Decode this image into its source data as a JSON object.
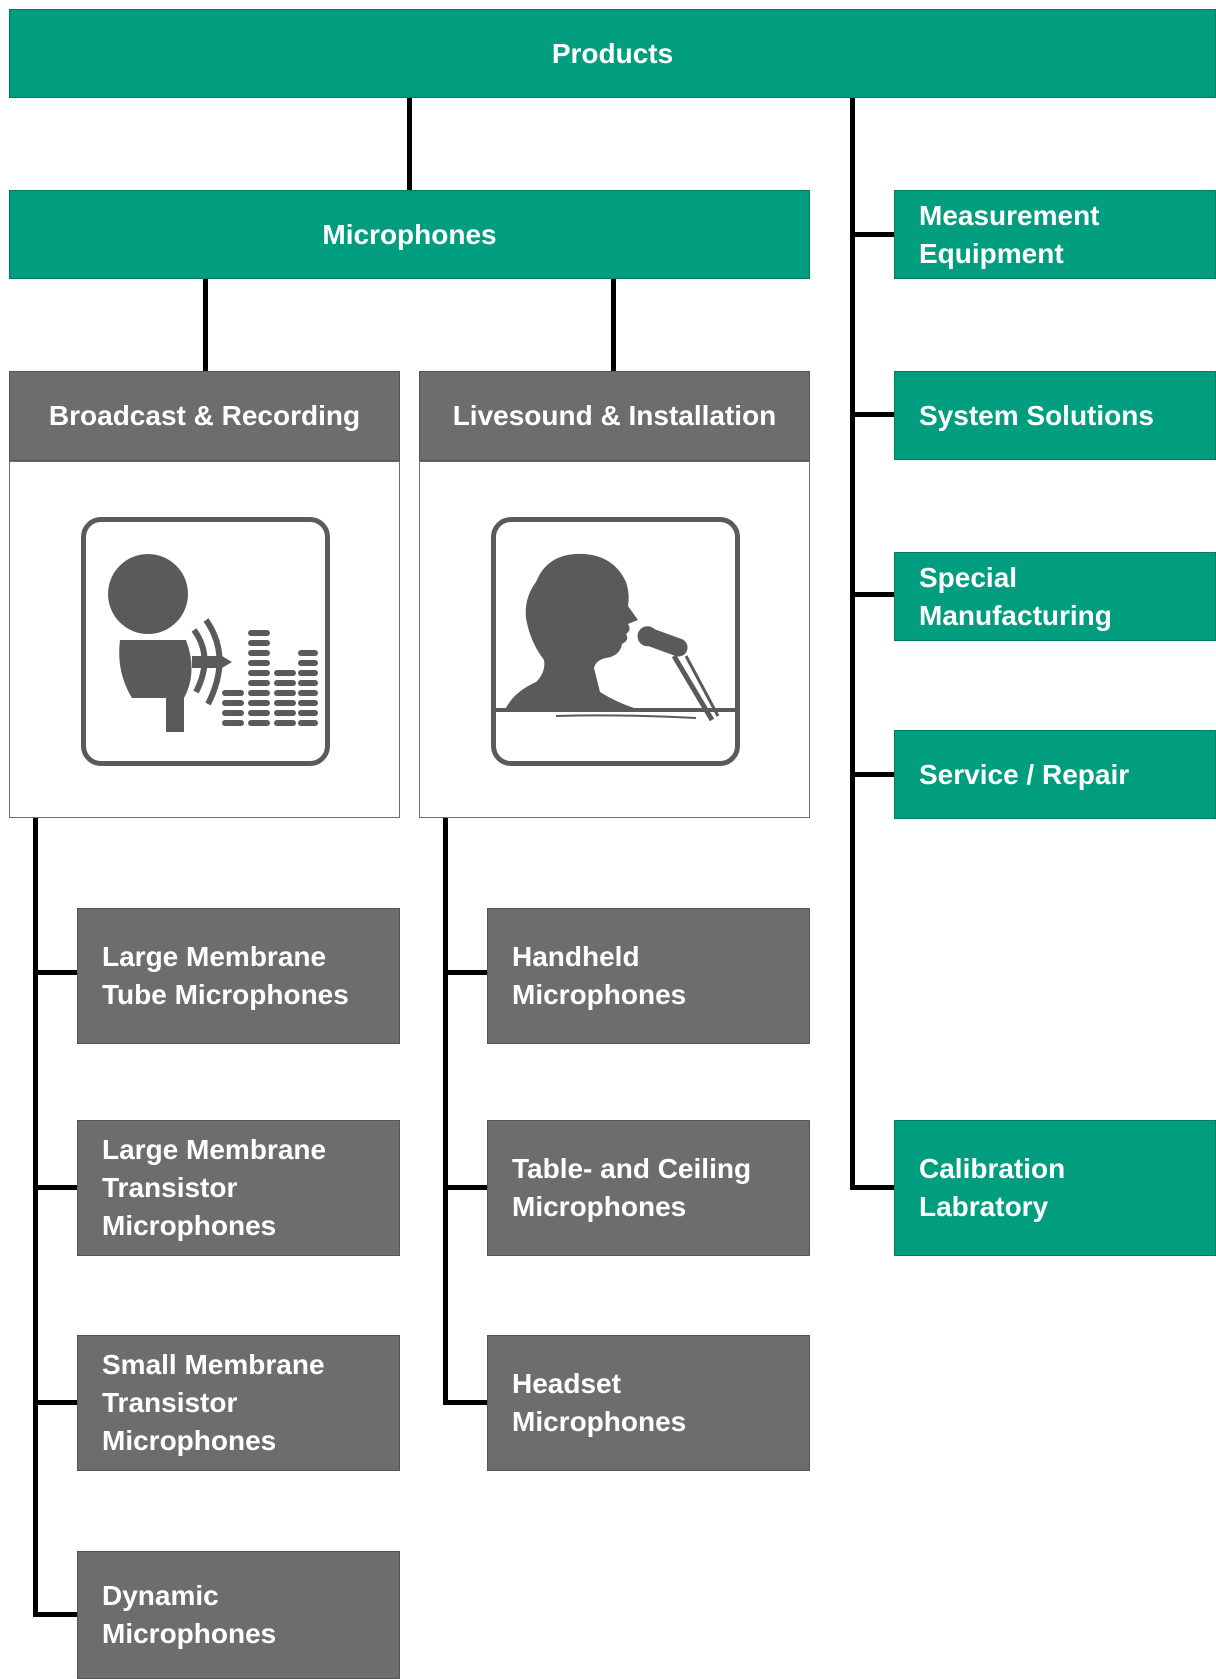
{
  "root": {
    "label": "Products"
  },
  "microphones": {
    "label": "Microphones"
  },
  "categories": [
    {
      "label": "Broadcast & Recording",
      "icon": "studio-microphone-icon"
    },
    {
      "label": "Livesound & Installation",
      "icon": "singer-at-microphone-icon"
    }
  ],
  "broadcast_items": [
    "Large Membrane\nTube Microphones",
    "Large Membrane\nTransistor\nMicrophones",
    "Small Membrane\nTransistor\nMicrophones",
    "Dynamic\nMicrophones"
  ],
  "livesound_items": [
    "Handheld\nMicrophones",
    "Table- and Ceiling\nMicrophones",
    "Headset\nMicrophones"
  ],
  "other_products": [
    "Measurement\nEquipment",
    "System Solutions",
    "Special\nManufacturing",
    "Service / Repair",
    "Calibration\nLabratory"
  ],
  "colors": {
    "green": "#009d7e",
    "gray": "#6d6d6f",
    "icon": "#5a5a5c",
    "connector": "#000000"
  }
}
